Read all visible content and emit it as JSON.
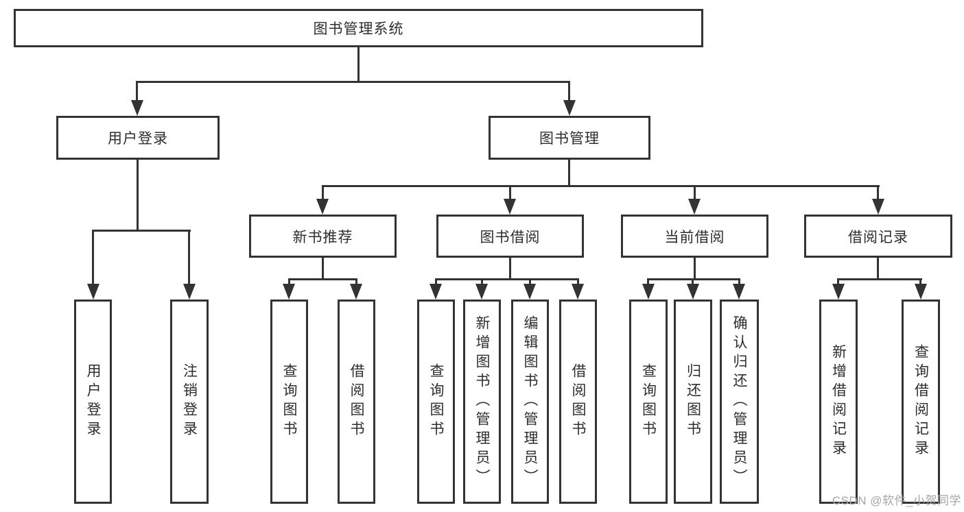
{
  "diagram": {
    "type": "hierarchy-tree",
    "tree": {
      "label": "图书管理系统",
      "children": [
        {
          "label": "用户登录",
          "children": [
            {
              "label": "用户登录"
            },
            {
              "label": "注销登录"
            }
          ]
        },
        {
          "label": "图书管理",
          "children": [
            {
              "label": "新书推荐",
              "children": [
                {
                  "label": "查询图书"
                },
                {
                  "label": "借阅图书"
                }
              ]
            },
            {
              "label": "图书借阅",
              "children": [
                {
                  "label": "查询图书"
                },
                {
                  "label": "新增图书（管理员）"
                },
                {
                  "label": "编辑图书（管理员）"
                },
                {
                  "label": "借阅图书"
                }
              ]
            },
            {
              "label": "当前借阅",
              "children": [
                {
                  "label": "查询图书"
                },
                {
                  "label": "归还图书"
                },
                {
                  "label": "确认归还（管理员）"
                }
              ]
            },
            {
              "label": "借阅记录",
              "children": [
                {
                  "label": "新增借阅记录"
                },
                {
                  "label": "查询借阅记录"
                }
              ]
            }
          ]
        }
      ]
    },
    "colors": {
      "line": "#333333",
      "node_border": "#333333",
      "node_fill": "#ffffff",
      "text": "#2d2d2d",
      "watermark": "#a6a6a6",
      "background": "#ffffff"
    }
  },
  "watermark": {
    "text": "CSDN @软件_小贺同学"
  }
}
